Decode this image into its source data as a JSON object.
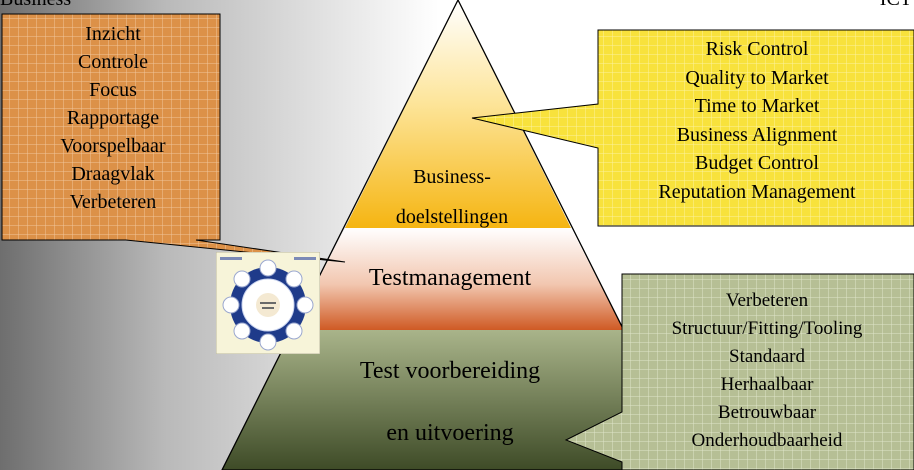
{
  "corner": {
    "left": "Business",
    "right": "ICT"
  },
  "pyramid": {
    "business_line1": "Business-",
    "business_line2": "doelstellingen",
    "testmanagement": "Testmanagement",
    "testprep_line1": "Test voorbereiding",
    "testprep_line2": "en uitvoering"
  },
  "callout_left": {
    "items": [
      "Inzicht",
      "Controle",
      "Focus",
      "Rapportage",
      "Voorspelbaar",
      "Draagvlak",
      "Verbeteren"
    ]
  },
  "callout_top_right": {
    "items": [
      "Risk Control",
      "Quality to Market",
      "Time to Market",
      "Business Alignment",
      "Budget Control",
      "Reputation Management"
    ]
  },
  "callout_bottom_right": {
    "items": [
      "Verbeteren",
      "Structuur/Fitting/Tooling",
      "Standaard",
      "Herhaalbaar",
      "Betrouwbaar",
      "Onderhoudbaarheid"
    ]
  },
  "colors": {
    "top_layer": "#f7bf1b",
    "middle_layer": "#d9652f",
    "bottom_layer": "#5b6b3c",
    "callout_left": "#d98f43",
    "callout_top_right": "#f7e23a",
    "callout_bottom_right": "#b5be94"
  }
}
